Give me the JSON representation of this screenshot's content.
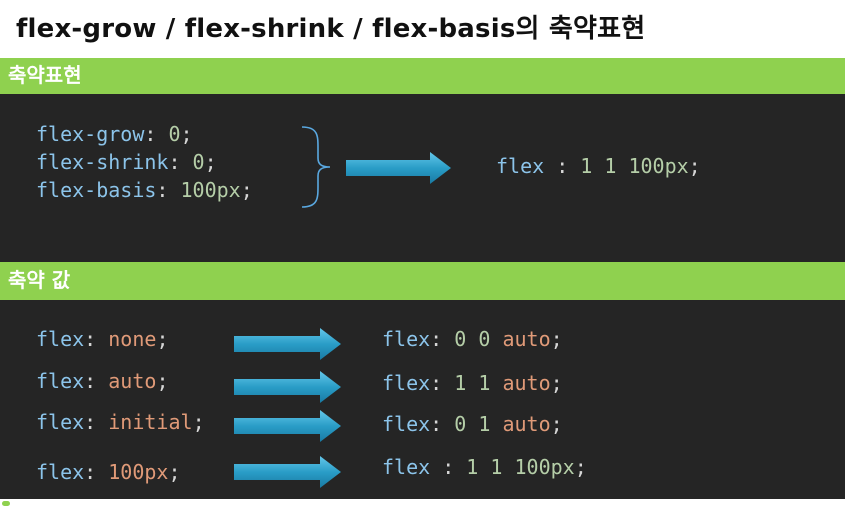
{
  "title": "flex-grow / flex-shrink / flex-basis의 축약표현",
  "sections": {
    "shorthand": {
      "heading": "축약표현",
      "lines": [
        {
          "prop": "flex-grow",
          "value": "0"
        },
        {
          "prop": "flex-shrink",
          "value": "0"
        },
        {
          "prop": "flex-basis",
          "value": "100px"
        }
      ],
      "result": {
        "prop": "flex",
        "values": "1 1 100px"
      }
    },
    "values": {
      "heading": "축약 값",
      "rows": [
        {
          "input": "none",
          "output": [
            "0",
            "0",
            "auto"
          ]
        },
        {
          "input": "auto",
          "output": [
            "1",
            "1",
            "auto"
          ]
        },
        {
          "input": "initial",
          "output": [
            "0",
            "1",
            "auto"
          ]
        },
        {
          "input": "100px",
          "output": [
            "1",
            "1",
            "100px"
          ]
        }
      ]
    }
  },
  "colors": {
    "section_bar": "#8fd14f",
    "panel_bg": "#252525",
    "property": "#8cc4ea",
    "number": "#b5cea8",
    "keyword": "#e09a78",
    "arrow": "#2a9dc7",
    "brace": "#5aa8e0"
  },
  "icons": {
    "arrow": "right-arrow-icon",
    "brace": "right-curly-brace-icon"
  }
}
